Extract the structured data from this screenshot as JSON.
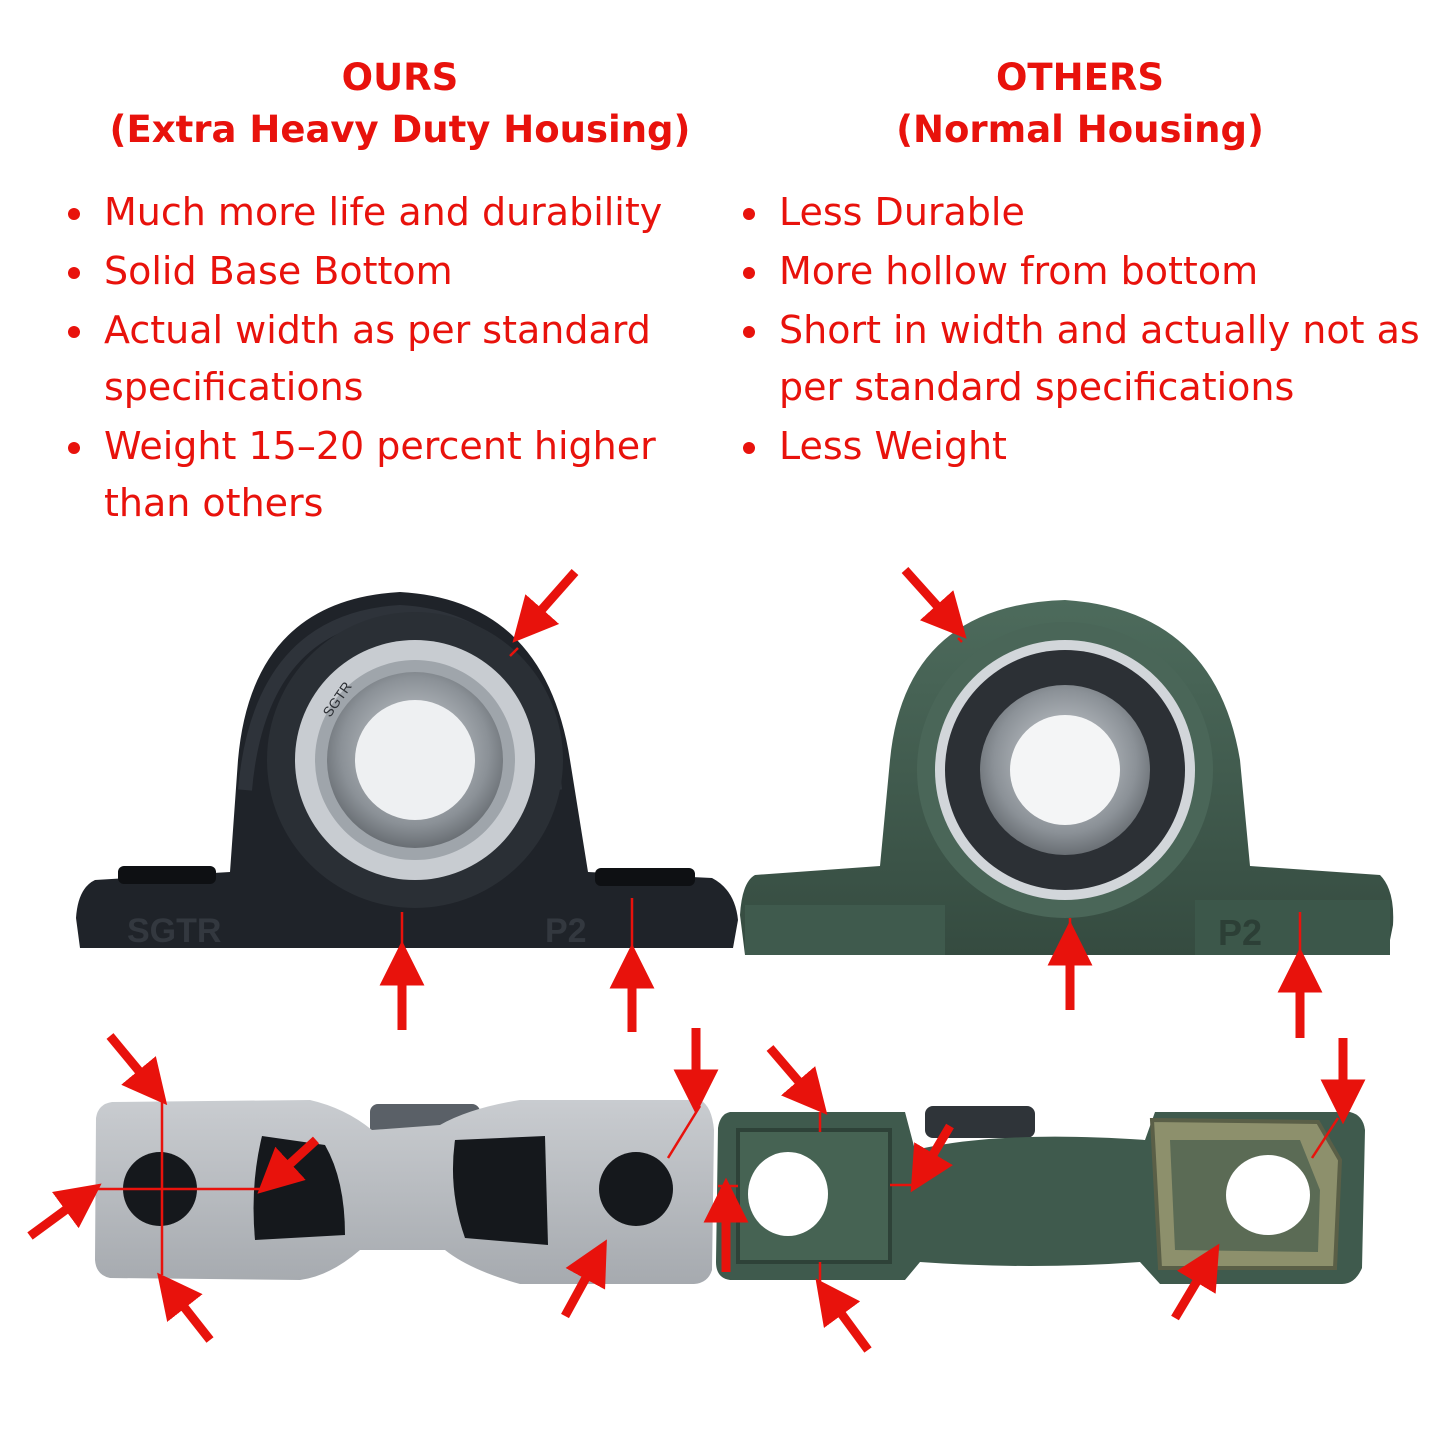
{
  "ours": {
    "title": "OURS",
    "subtitle": "(Extra Heavy Duty Housing)",
    "points": [
      "Much more life and durability",
      "Solid Base Bottom",
      "Actual width as per standard specifications",
      "Weight 15–20 percent higher than others"
    ]
  },
  "others": {
    "title": "OTHERS",
    "subtitle": "(Normal Housing)",
    "points": [
      "Less Durable",
      "More hollow from bottom",
      "Short in width and actually not as per standard specifications",
      "Less Weight"
    ]
  },
  "photo": {
    "ours_base_text": "SGTR",
    "ours_foot_text": "P2",
    "ours_insert_text": "SGTR",
    "others_foot_text": "P2",
    "colors": {
      "annotation": "#e8120c",
      "ours_housing": "#1f2329",
      "ours_base": "#b9bcc0",
      "others_housing": "#3f5a4d",
      "bearing_steel": "#9aa0a6"
    }
  }
}
